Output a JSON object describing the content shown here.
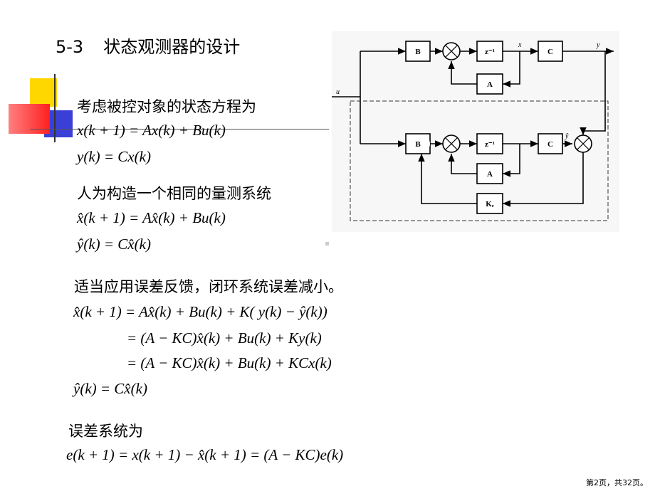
{
  "title": {
    "number": "5-3",
    "text": "状态观测器的设计"
  },
  "section1": {
    "intro": "考虑被控对象的状态方程为",
    "eq1": "x(k + 1) = Ax(k) + Bu(k)",
    "eq2": "y(k) = Cx(k)"
  },
  "section2": {
    "intro": "人为构造一个相同的量测系统",
    "eq1": "x̂(k + 1) = Ax̂(k) + Bu(k)",
    "eq2": "ŷ(k) = Cx̂(k)"
  },
  "section3": {
    "intro": "适当应用误差反馈，闭环系统误差减小。",
    "eq1": "x̂(k + 1) = Ax̂(k) + Bu(k) + K( y(k) − ŷ(k))",
    "eq2": "= (A − KC)x̂(k) + Bu(k) + Ky(k)",
    "eq3": "= (A − KC)x̂(k) + Bu(k) + KCx(k)",
    "eq4": "ŷ(k) = Cx̂(k)"
  },
  "section4": {
    "intro": "误差系统为",
    "eq1": "e(k + 1) = x(k + 1) − x̂(k + 1) = (A − KC)e(k)"
  },
  "diagram": {
    "block_B": "B",
    "block_z": "z⁻¹",
    "block_C": "C",
    "block_A": "A",
    "block_K": "Kₑ",
    "label_x": "x",
    "label_y": "y",
    "label_u": "u",
    "label_yhat": "ŷ"
  },
  "footer": "第2页，共32页。",
  "colors": {
    "deco_yellow": "#ffd700",
    "deco_blue": "#3a3fd6",
    "deco_red": "#ff2a2a"
  }
}
